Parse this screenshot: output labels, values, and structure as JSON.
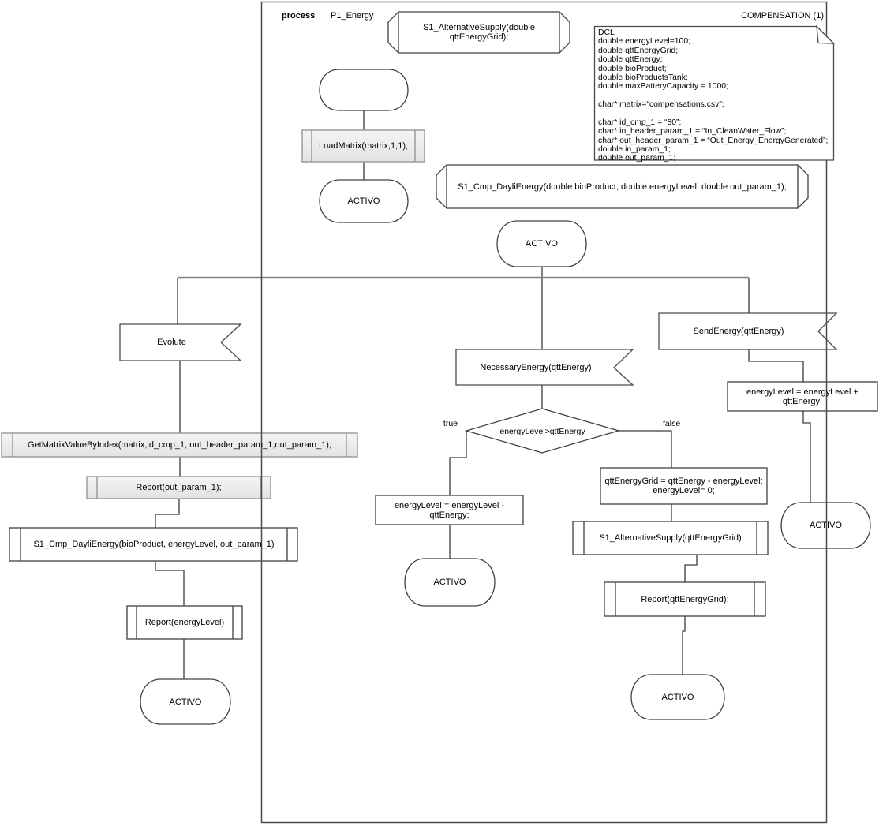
{
  "header": {
    "kind": "process",
    "name": "P1_Energy",
    "page": "COMPENSATION (1)"
  },
  "dcl": {
    "lines": [
      "DCL",
      "double energyLevel=100;",
      "double qttEnergyGrid;",
      "double qttEnergy;",
      "double bioProduct;",
      "double bioProductsTank;",
      "double maxBatteryCapacity = 1000;",
      "",
      "char* matrix=“compensations.csv”;",
      "",
      "char* id_cmp_1 = “80”;",
      "char* in_header_param_1 = “In_CleanWater_Flow”;",
      "char* out_header_param_1 = “Out_Energy_EnergyGenerated”;",
      "double in_param_1;",
      "double out_param_1;"
    ]
  },
  "signals": {
    "alternative_supply_decl": "S1_AlternativeSupply(double qttEnergyGrid);",
    "cmp_dayli_decl": "S1_Cmp_DayliEnergy(double bioProduct, double energyLevel, double out_param_1);"
  },
  "nodes": {
    "load_matrix": "LoadMatrix(matrix,1,1);",
    "evolute": "Evolute",
    "get_matrix": "GetMatrixValueByIndex(matrix,id_cmp_1, out_header_param_1,out_param_1);",
    "report_out_param": "Report(out_param_1);",
    "cmp_dayli_call": "S1_Cmp_DayliEnergy(bioProduct, energyLevel, out_param_1)",
    "report_energy_level": "Report(energyLevel)",
    "necessary_energy": "NecessaryEnergy(qttEnergy)",
    "decision": "energyLevel>qttEnergy",
    "true_label": "true",
    "false_label": "false",
    "subtract": "energyLevel = energyLevel - qttEnergy;",
    "grid_calc_line1": "qttEnergyGrid = qttEnergy - energyLevel;",
    "grid_calc_line2": "energyLevel= 0;",
    "alternative_supply_call": "S1_AlternativeSupply(qttEnergyGrid)",
    "report_grid": "Report(qttEnergyGrid);",
    "send_energy": "SendEnergy(qttEnergy)",
    "add": "energyLevel = energyLevel + qttEnergy;",
    "state_active": "ACTIVO"
  },
  "colors": {
    "line": "#4a4a4a",
    "branch_line": "#808080",
    "gray_fill_top": "#f4f4f4",
    "gray_fill_bottom": "#e3e3e3"
  }
}
